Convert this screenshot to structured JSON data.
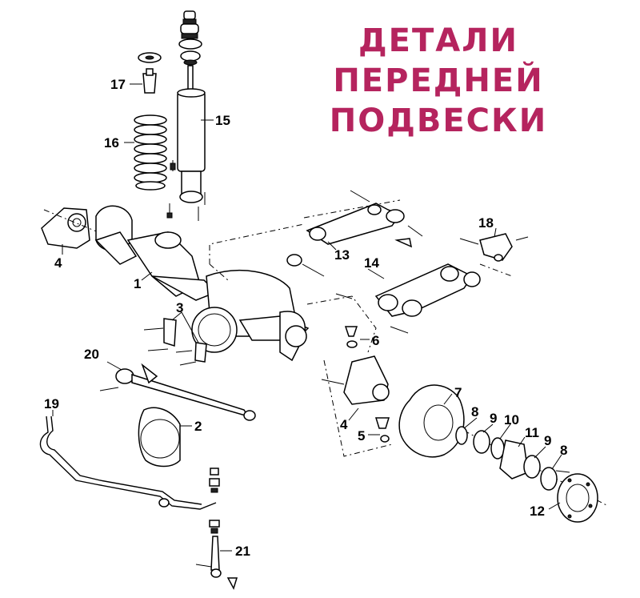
{
  "title": {
    "lines": [
      "ДЕТАЛИ",
      "ПЕРЕДНЕЙ",
      "ПОДВЕСКИ"
    ],
    "color": "#b5245e"
  },
  "callouts": [
    {
      "id": "1",
      "label": "1"
    },
    {
      "id": "2",
      "label": "2"
    },
    {
      "id": "3",
      "label": "3"
    },
    {
      "id": "4a",
      "label": "4"
    },
    {
      "id": "4b",
      "label": "4"
    },
    {
      "id": "5",
      "label": "5"
    },
    {
      "id": "6",
      "label": "6"
    },
    {
      "id": "7",
      "label": "7"
    },
    {
      "id": "8a",
      "label": "8"
    },
    {
      "id": "8b",
      "label": "8"
    },
    {
      "id": "9a",
      "label": "9"
    },
    {
      "id": "9b",
      "label": "9"
    },
    {
      "id": "10",
      "label": "10"
    },
    {
      "id": "11",
      "label": "11"
    },
    {
      "id": "12",
      "label": "12"
    },
    {
      "id": "13",
      "label": "13"
    },
    {
      "id": "14",
      "label": "14"
    },
    {
      "id": "15",
      "label": "15"
    },
    {
      "id": "16",
      "label": "16"
    },
    {
      "id": "17",
      "label": "17"
    },
    {
      "id": "18",
      "label": "18"
    },
    {
      "id": "19",
      "label": "19"
    },
    {
      "id": "20",
      "label": "20"
    },
    {
      "id": "21",
      "label": "21"
    }
  ]
}
